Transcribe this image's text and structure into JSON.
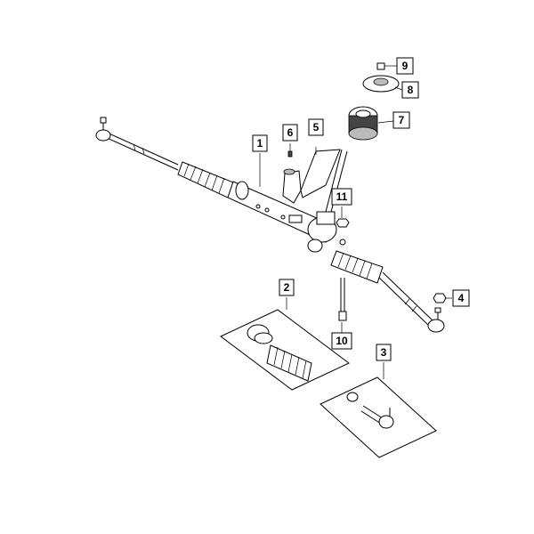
{
  "callouts": [
    {
      "id": "1",
      "label": "1"
    },
    {
      "id": "2",
      "label": "2"
    },
    {
      "id": "3",
      "label": "3"
    },
    {
      "id": "4",
      "label": "4"
    },
    {
      "id": "5",
      "label": "5"
    },
    {
      "id": "6",
      "label": "6"
    },
    {
      "id": "7",
      "label": "7"
    },
    {
      "id": "8",
      "label": "8"
    },
    {
      "id": "9",
      "label": "9"
    },
    {
      "id": "10",
      "label": "10"
    },
    {
      "id": "11",
      "label": "11"
    }
  ],
  "colors": {
    "line": "#000000",
    "shade": "#444444",
    "background": "#ffffff"
  }
}
